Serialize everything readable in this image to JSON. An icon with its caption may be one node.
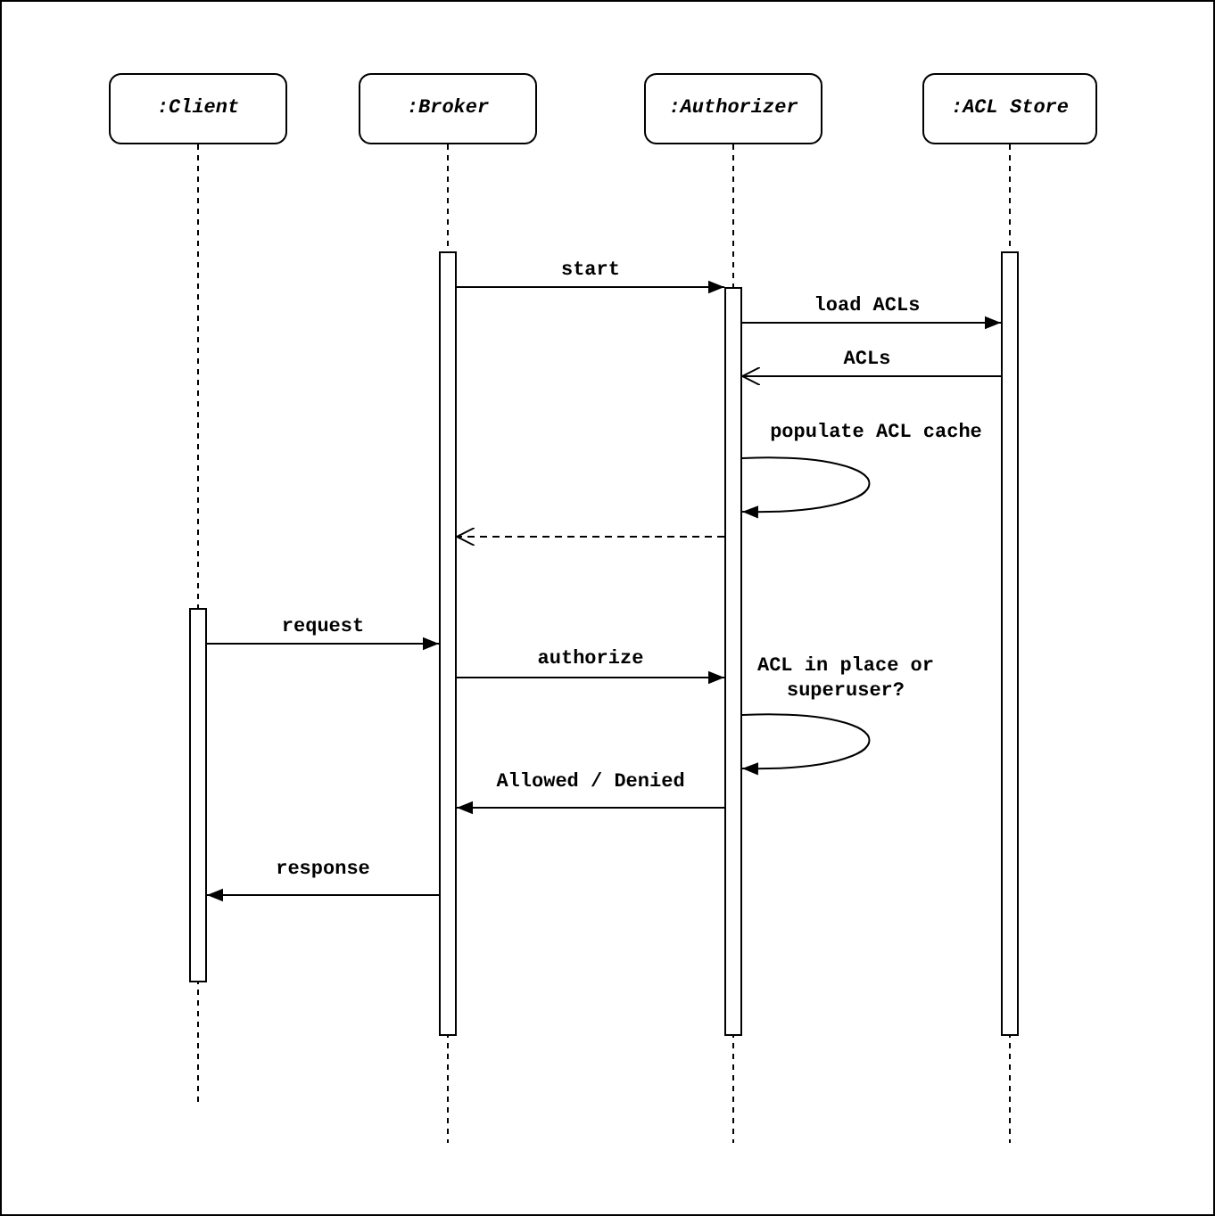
{
  "diagram": {
    "nodes": [
      {
        "text": [
          ":Client"
        ]
      },
      {
        "text": [
          ":Broker"
        ]
      },
      {
        "text": [
          ":Authorizer"
        ]
      },
      {
        "text": [
          ":ACL Store"
        ]
      },
      {
        "text": [],
        "shape": "bar"
      },
      {
        "text": [],
        "shape": "bar"
      },
      {
        "text": [],
        "shape": "bar"
      },
      {
        "text": [],
        "shape": "bar"
      }
    ],
    "edges": [
      {
        "from": 5,
        "to": 6,
        "arrow": "to",
        "label": "start"
      },
      {
        "from": 6,
        "to": 7,
        "arrow": "to",
        "label": "load ACLs"
      },
      {
        "from": 7,
        "to": 6,
        "arrow": "to",
        "label": "ACLs"
      },
      {
        "from": 6,
        "to": 6,
        "arrow": "to",
        "label": "populate ACL cache"
      },
      {
        "from": 6,
        "to": 5,
        "arrow": "to",
        "style": "dashed"
      },
      {
        "from": 4,
        "to": 5,
        "arrow": "to",
        "label": "request"
      },
      {
        "from": 5,
        "to": 6,
        "arrow": "to",
        "label": "authorize"
      },
      {
        "from": 6,
        "to": 6,
        "arrow": "to",
        "label": "ACL in place or superuser?"
      },
      {
        "from": 6,
        "to": 5,
        "arrow": "to",
        "label": "Allowed / Denied"
      },
      {
        "from": 5,
        "to": 4,
        "arrow": "to",
        "label": "response"
      }
    ]
  }
}
